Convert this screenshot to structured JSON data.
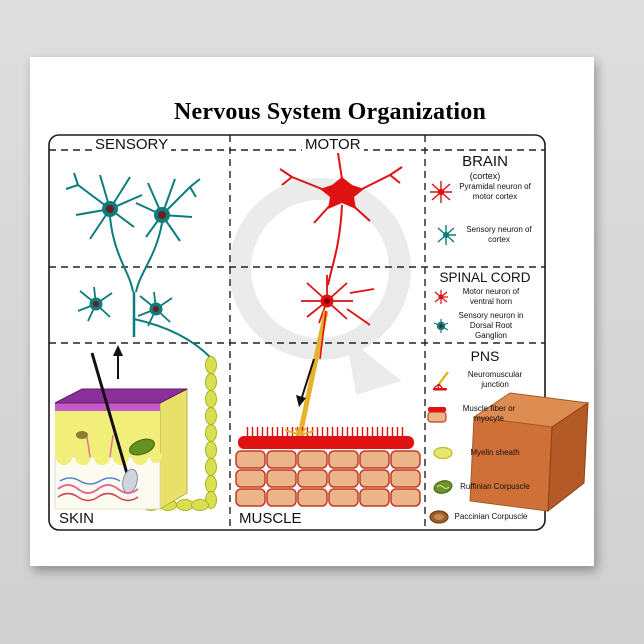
{
  "poster": {
    "title": "Nervous System Organization",
    "panels": {
      "sensory_label": "SENSORY",
      "motor_label": "MOTOR",
      "skin_label": "SKIN",
      "muscle_label": "MUSCLE"
    },
    "legend": {
      "brain": {
        "title": "BRAIN",
        "subtitle": "(cortex)",
        "items": [
          {
            "icon": "pyramidal-neuron",
            "label": "Pyramidal neuron of motor cortex"
          },
          {
            "icon": "sensory-cortex-neuron",
            "label": "Sensory neuron of cortex"
          }
        ]
      },
      "spinal_cord": {
        "title": "SPINAL CORD",
        "items": [
          {
            "icon": "motor-neuron",
            "label": "Motor neuron of ventral horn"
          },
          {
            "icon": "drg-neuron",
            "label": "Sensory neuron in Dorsal Root Ganglion"
          }
        ]
      },
      "pns": {
        "title": "PNS",
        "items": [
          {
            "icon": "neuromuscular-junction",
            "label": "Neuromuscular junction"
          },
          {
            "icon": "muscle-fiber",
            "label": "Muscle fiber or myocyte"
          },
          {
            "icon": "myelin-sheath",
            "label": "Myelin sheath"
          },
          {
            "icon": "ruffinian-corpuscle",
            "label": "Ruffinian Corpuscle"
          },
          {
            "icon": "paccinian-corpuscle",
            "label": "Paccinian Corpuscle"
          }
        ]
      }
    },
    "colors": {
      "sensory_teal": "#0D7C7C",
      "motor_red": "#E01111",
      "myelin_yellow": "#D8E04E",
      "muscle_tan": "#ECB489",
      "muscle_outline": "#C23B24",
      "cube_orange": "#CF7038",
      "skin_top_purple": "#8B2F9B",
      "epidermis_yellow": "#F1EE79"
    }
  }
}
